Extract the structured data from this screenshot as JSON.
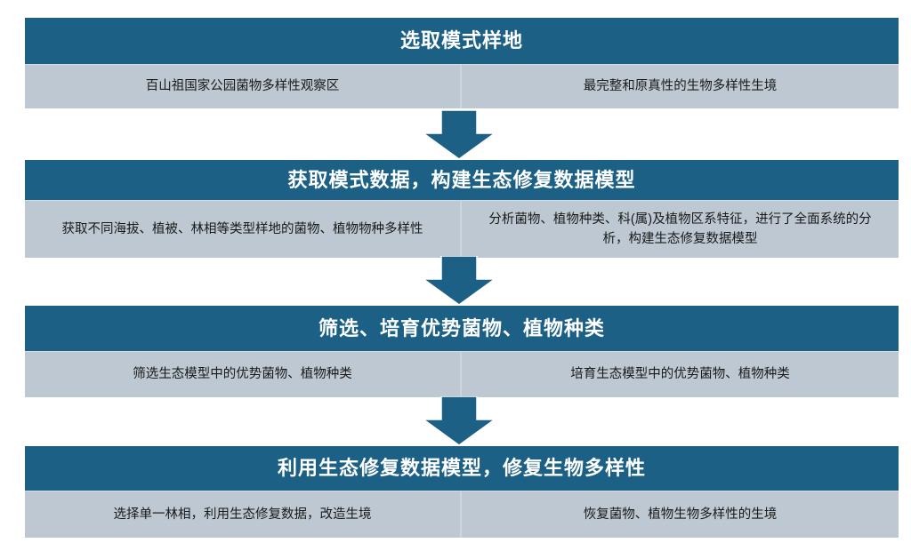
{
  "theme": {
    "header_color": "#1c6085",
    "body_color": "#bdc8d2",
    "arrow_color": "#1c6085",
    "page_background": "#ffffff",
    "header_text_color": "#ffffff",
    "body_text_color": "#1a1a1a"
  },
  "flow": {
    "stages": [
      {
        "title": "选取模式样地",
        "left": "百山祖国家公园菌物多样性观察区",
        "right": "最完整和原真性的生物多样性生境"
      },
      {
        "title": "获取模式数据，构建生态修复数据模型",
        "left": "获取不同海拔、植被、林相等类型样地的菌物、植物物种多样性",
        "right": "分析菌物、植物种类、科(属)及植物区系特征，进行了全面系统的分析，构建生态修复数据模型"
      },
      {
        "title": "筛选、培育优势菌物、植物种类",
        "left": "筛选生态模型中的优势菌物、植物种类",
        "right": "培育生态模型中的优势菌物、植物种类"
      },
      {
        "title": "利用生态修复数据模型，修复生物多样性",
        "left": "选择单一林相，利用生态修复数据，改造生境",
        "right": "恢复菌物、植物生物多样性的生境"
      }
    ],
    "connectors": [
      {
        "icon": "down-arrow-icon"
      },
      {
        "icon": "down-arrow-icon"
      },
      {
        "icon": "down-arrow-icon"
      }
    ]
  }
}
